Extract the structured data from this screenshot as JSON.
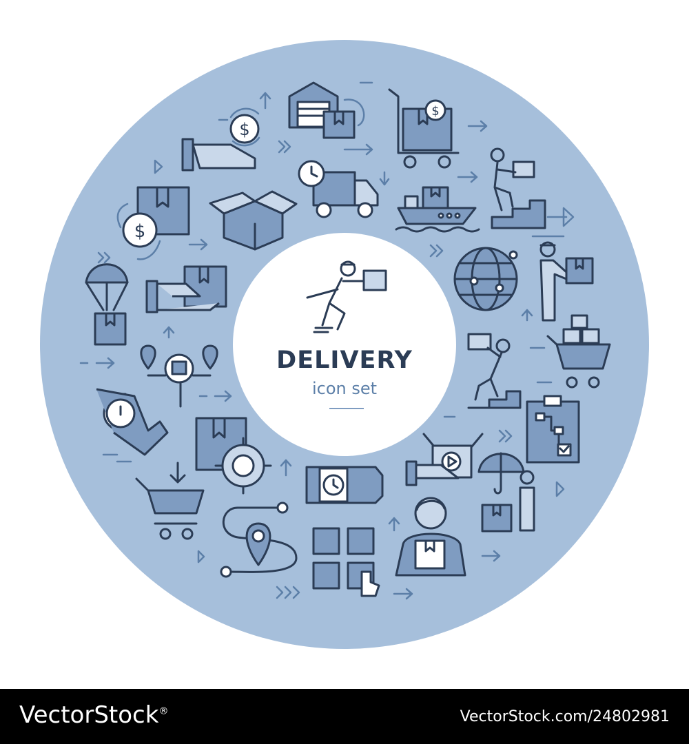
{
  "poster": {
    "title": "DELIVERY",
    "subtitle": "icon set",
    "colors": {
      "background_ring": "#a6bfdb",
      "center_circle": "#ffffff",
      "icon_stroke": "#2b3c55",
      "icon_fill": "#7f9cc1",
      "accent": "#5c7fa8"
    }
  },
  "icons": [
    "courier-running-icon",
    "hand-money-icon",
    "warehouse-icon",
    "cart-money-icon",
    "courier-stairs-icon",
    "money-cycle-box-icon",
    "open-box-icon",
    "truck-clock-icon",
    "ship-icon",
    "globe-icon",
    "courier-box-icon",
    "parachute-box-icon",
    "hand-box-icon",
    "location-search-icon",
    "cart-boxes-icon",
    "stopwatch-hand-icon",
    "box-gear-icon",
    "porter-stairs-icon",
    "clipboard-icon",
    "cart-down-icon",
    "route-pin-icon",
    "watch-hand-icon",
    "box-grid-icon",
    "courier-holding-box-icon",
    "hand-video-icon",
    "umbrella-man-icon"
  ],
  "footer": {
    "brand": "VectorStock",
    "registered": "®",
    "credit": "VectorStock.com/24802981"
  }
}
